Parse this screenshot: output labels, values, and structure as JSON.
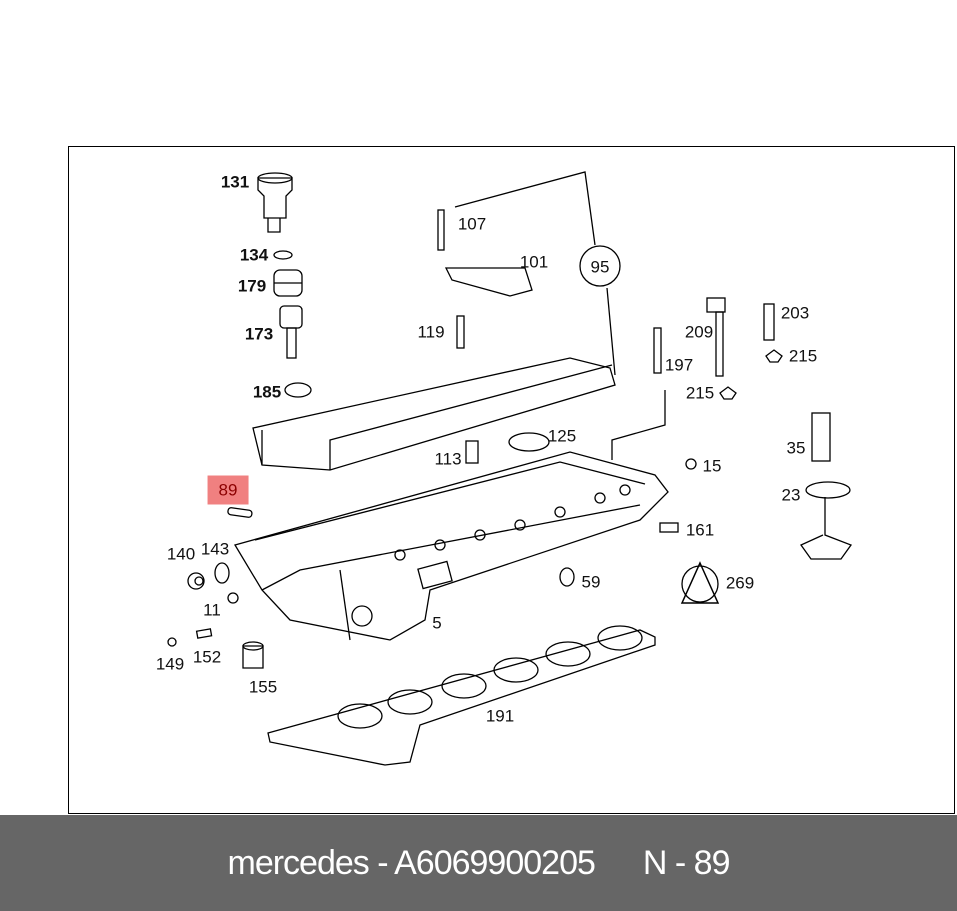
{
  "diagram": {
    "labels": {
      "l131": "131",
      "l134": "134",
      "l179": "179",
      "l173": "173",
      "l185": "185",
      "l107": "107",
      "l101": "101",
      "l95": "95",
      "l119": "119",
      "l209": "209",
      "l203": "203",
      "l215a": "215",
      "l197": "197",
      "l215b": "215",
      "l125": "125",
      "l113": "113",
      "l15": "15",
      "l89": "89",
      "l161": "161",
      "l140": "140",
      "l143": "143",
      "l11": "11",
      "l59": "59",
      "l269": "269",
      "l5": "5",
      "l149": "149",
      "l152": "152",
      "l155": "155",
      "l191": "191",
      "l35": "35",
      "l23": "23"
    },
    "highlight_color": "#f08080"
  },
  "footer": {
    "brand_part": "mercedes - A6069900205",
    "ref": "N - 89"
  }
}
